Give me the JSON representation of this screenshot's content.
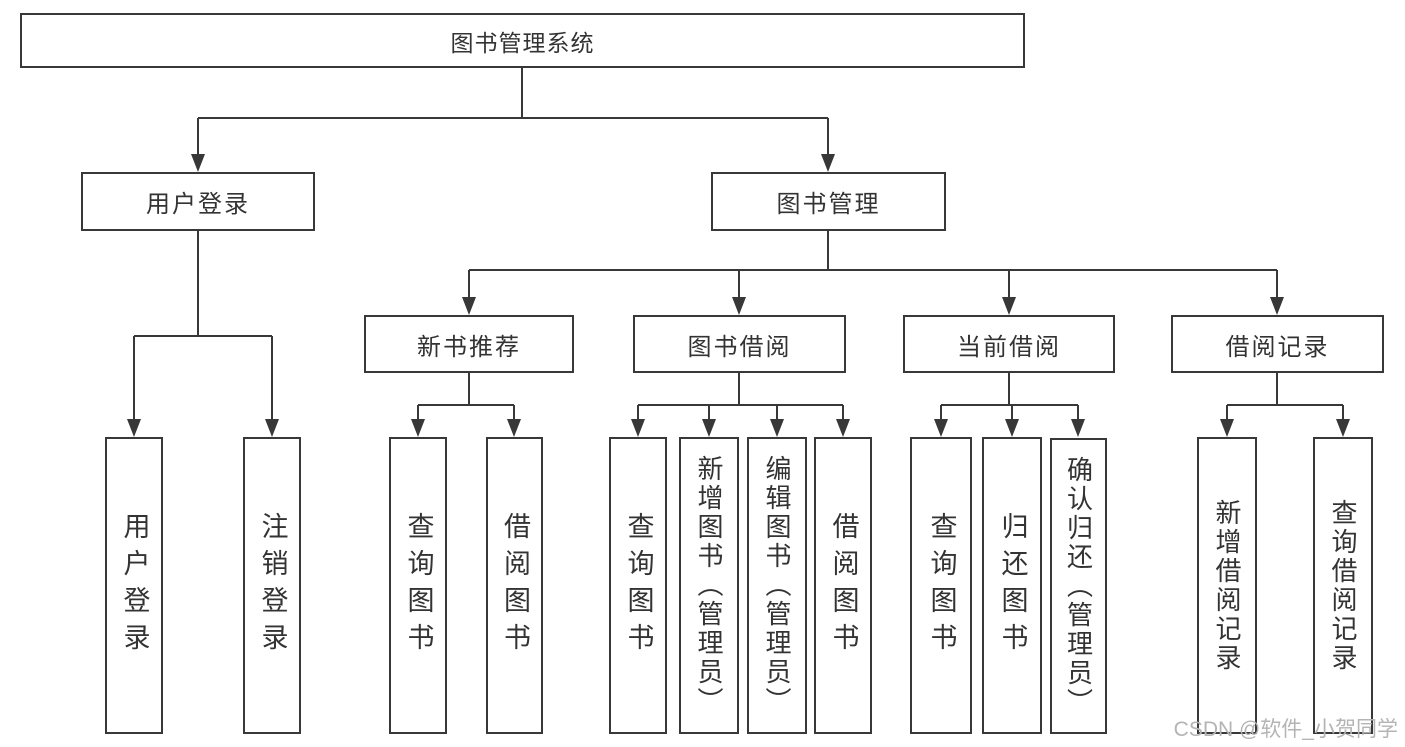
{
  "tree": {
    "label": "图书管理系统",
    "children": [
      {
        "label": "用户登录",
        "children": [
          {
            "label": "用户登录"
          },
          {
            "label": "注销登录"
          }
        ]
      },
      {
        "label": "图书管理",
        "children": [
          {
            "label": "新书推荐",
            "children": [
              {
                "label": "查询图书"
              },
              {
                "label": "借阅图书"
              }
            ]
          },
          {
            "label": "图书借阅",
            "children": [
              {
                "label": "查询图书"
              },
              {
                "label": "新增图书（管理员）"
              },
              {
                "label": "编辑图书（管理员）"
              },
              {
                "label": "借阅图书"
              }
            ]
          },
          {
            "label": "当前借阅",
            "children": [
              {
                "label": "查询图书"
              },
              {
                "label": "归还图书"
              },
              {
                "label": "确认归还（管理员）"
              }
            ]
          },
          {
            "label": "借阅记录",
            "children": [
              {
                "label": "新增借阅记录"
              },
              {
                "label": "查询借阅记录"
              }
            ]
          }
        ]
      }
    ]
  },
  "watermark": {
    "text": "CSDN @软件_小贺同学"
  },
  "colors": {
    "line": "#383838",
    "text": "#333333",
    "watermark": "#b4b4b4",
    "background": "#ffffff"
  }
}
